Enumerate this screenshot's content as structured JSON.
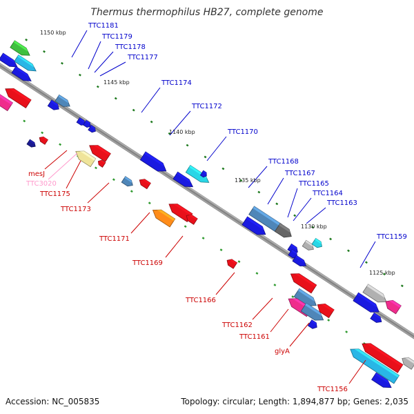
{
  "title": "Thermus thermophilus HB27, complete genome",
  "footer": {
    "accession": "Accession: NC_005835",
    "summary": "Topology: circular; Length: 1,894,877 bp; Genes: 2,035"
  },
  "scale": [
    "1150 kbp",
    "1145 kbp",
    "1140 kbp",
    "1135 kbp",
    "1130 kbp",
    "1125 kbp"
  ],
  "labels_forward": [
    "TTC1181",
    "TTC1179",
    "TTC1178",
    "TTC1177",
    "TTC1174",
    "TTC1172",
    "TTC1170",
    "TTC1168",
    "TTC1167",
    "TTC1165",
    "TTC1164",
    "TTC1163",
    "TTC1159"
  ],
  "labels_reverse": [
    "mesJ",
    "TTC3020",
    "TTC1175",
    "TTC1173",
    "TTC1171",
    "TTC1169",
    "TTC1166",
    "TTC1162",
    "TTC1161",
    "glyA",
    "TTC1156"
  ],
  "colors": {
    "forward_label": "#0000cc",
    "reverse_label": "#cc0000",
    "rna_label": "#ff99cc",
    "backbone": "#888888",
    "cds": "#1a1ae0",
    "cds_rev": "#e8101a",
    "other": "#3aaee0"
  }
}
